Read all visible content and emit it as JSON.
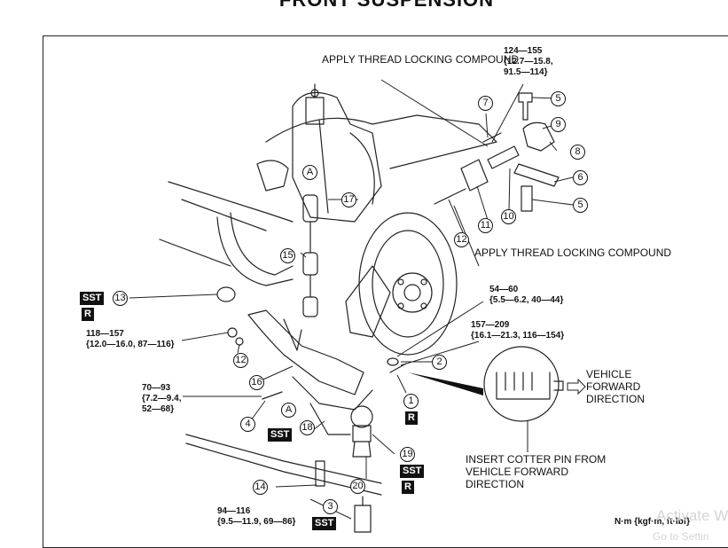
{
  "title": "FRONT SUSPENSION",
  "notes": {
    "apply_thread_top": "APPLY THREAD LOCKING COMPOUND",
    "apply_thread_mid": "APPLY THREAD LOCKING COMPOUND",
    "vehicle_forward": "VEHICLE FORWARD DIRECTION",
    "insert_cotter": "INSERT COTTER PIN FROM VEHICLE FORWARD DIRECTION"
  },
  "torques": {
    "t124": {
      "l1": "124—155",
      "l2": "{12.7—15.8,",
      "l3": "91.5—114}"
    },
    "t54": {
      "l1": "54—60",
      "l2": "{5.5—6.2, 40—44}"
    },
    "t157": {
      "l1": "157—209",
      "l2": "{16.1—21.3, 116—154}"
    },
    "t118": {
      "l1": "118—157",
      "l2": "{12.0—16.0, 87—116}"
    },
    "t70": {
      "l1": "70—93",
      "l2": "{7.2—9.4,",
      "l3": "52—68}"
    },
    "t94": {
      "l1": "94—116",
      "l2": "{9.5—11.9, 69—86}"
    }
  },
  "callouts": {
    "c1": "1",
    "c2": "2",
    "c3": "3",
    "c4": "4",
    "c5a": "5",
    "c5b": "5",
    "c6": "6",
    "c7": "7",
    "c8": "8",
    "c9": "9",
    "c10": "10",
    "c11": "11",
    "c12a": "12",
    "c12b": "12",
    "c13": "13",
    "c14": "14",
    "c15": "15",
    "c16": "16",
    "c17": "17",
    "c18": "18",
    "c19": "19",
    "c20": "20",
    "cA1": "A",
    "cA2": "A"
  },
  "badges": {
    "sst_13": "SST",
    "r_13": "R",
    "r_1": "R",
    "sst_18": "SST",
    "sst_19": "SST",
    "r_19": "R",
    "sst_3": "SST"
  },
  "units": "N·m {kgf·m, ft·lbf}",
  "watermark": {
    "line1": "Activate W",
    "line2": "Go to Settin"
  }
}
